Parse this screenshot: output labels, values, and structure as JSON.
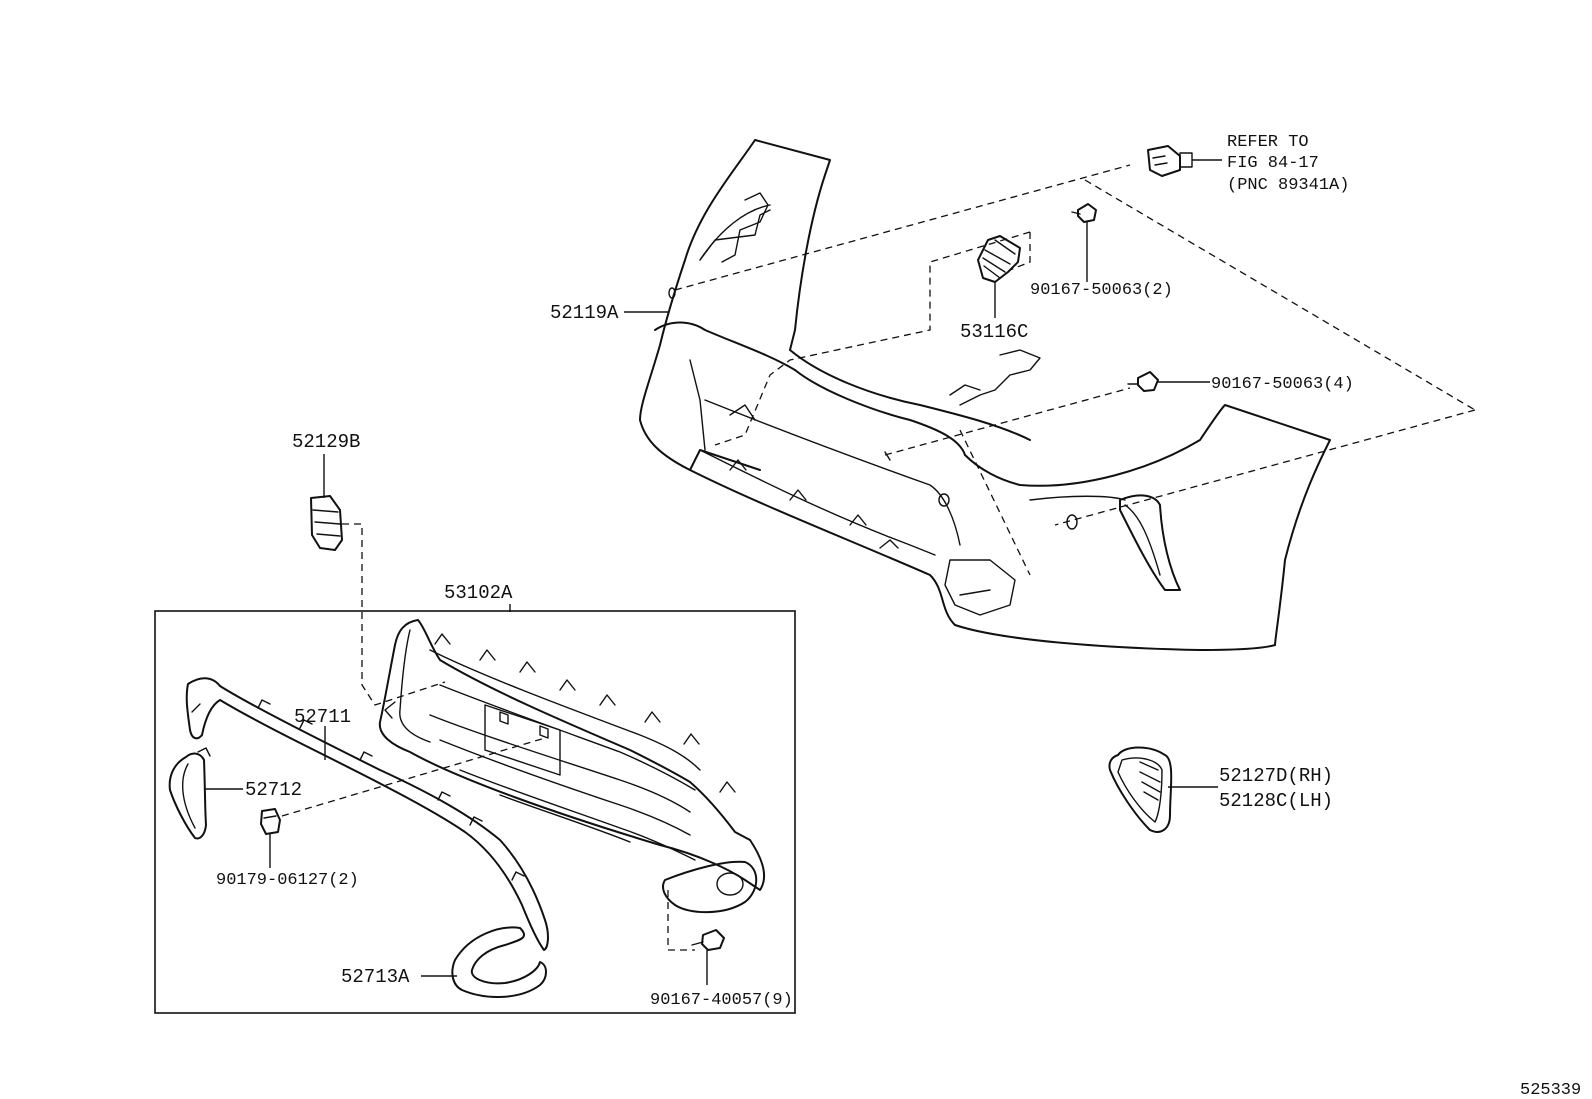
{
  "labels": {
    "refer_line1": "REFER TO",
    "refer_line2": "FIG 84-17",
    "refer_line3": "(PNC 89341A)",
    "p52119A": "52119A",
    "p90167_50063_2": "90167-50063(2)",
    "p53116C": "53116C",
    "p90167_50063_4": "90167-50063(4)",
    "p52129B": "52129B",
    "p53102A": "53102A",
    "p52711": "52711",
    "p52712": "52712",
    "p90179_06127_2": "90179-06127(2)",
    "p52713A": "52713A",
    "p90167_40057_9": "90167-40057(9)",
    "p52127D_RH": "52127D(RH)",
    "p52128C_LH": "52128C(LH)",
    "figure_number": "525339"
  }
}
